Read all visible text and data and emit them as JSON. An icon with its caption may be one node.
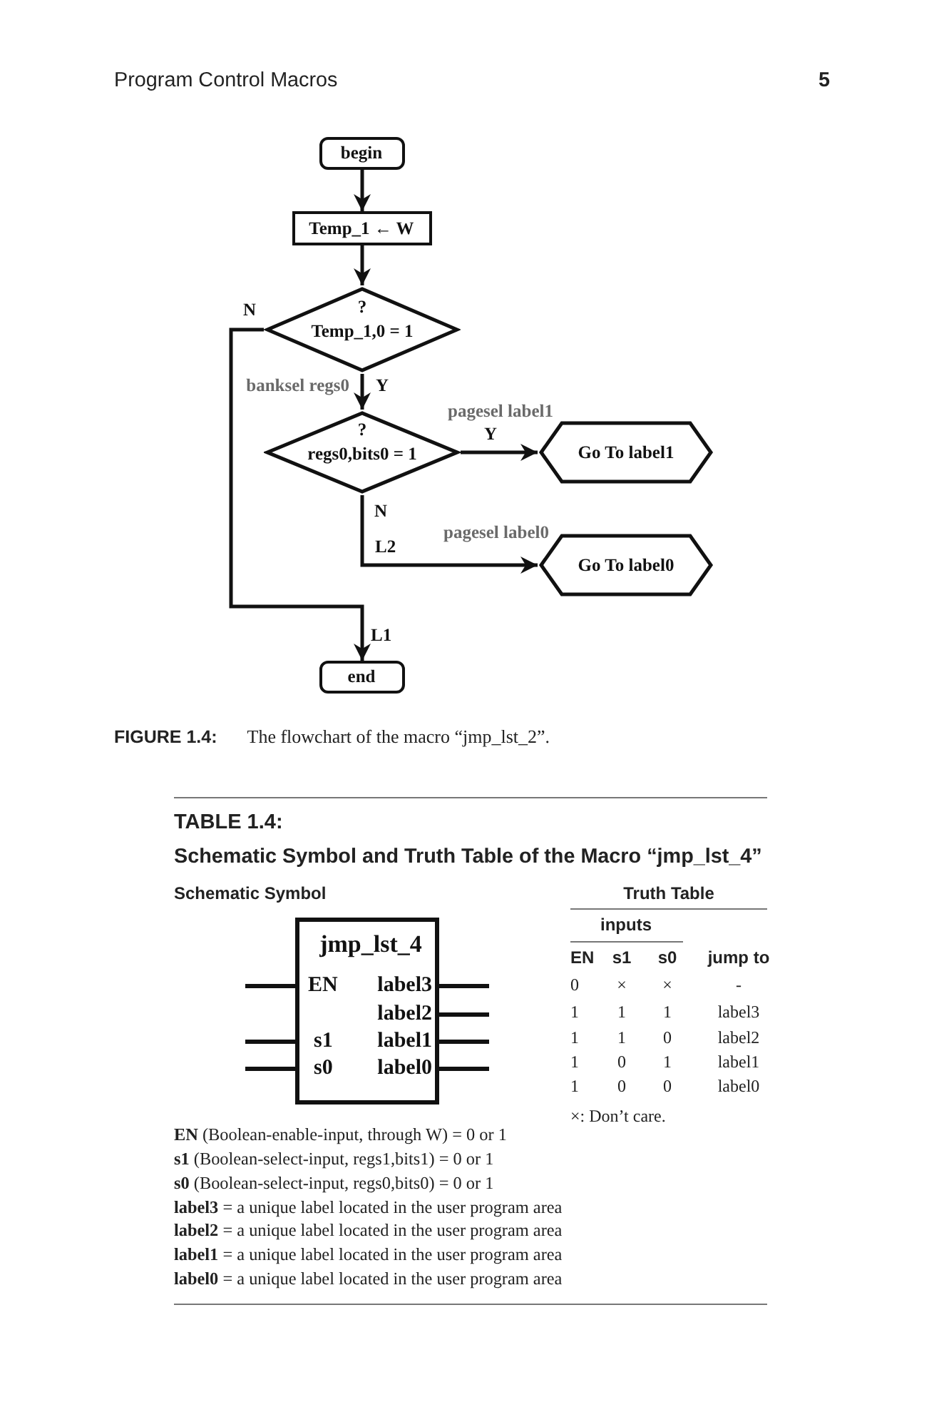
{
  "diagram": {
    "caption": "**FIGURE 1.4:** The flowchart of the macro “jmp_lst_2”.",
    "nodes": [
      {
        "text": [
          "begin"
        ]
      },
      {
        "text": [
          "Temp_1 ← W"
        ]
      },
      {
        "text": [
          "?",
          "Temp_1,0 = 1"
        ]
      },
      {
        "text": [
          "?",
          "regs0,bits0 = 1"
        ]
      },
      {
        "text": [
          "Go To label1"
        ]
      },
      {
        "text": [
          "Go To label0"
        ]
      },
      {
        "text": [
          "end"
        ]
      },
      {
        "text": [
          "jmp_lst_4",
          "EN",
          "label3",
          "label2",
          "s1",
          "label1",
          "s0",
          "label0"
        ]
      }
    ],
    "edges": [
      {
        "from": 0,
        "to": 1,
        "arrow": "to"
      },
      {
        "from": 1,
        "to": 2,
        "arrow": "to"
      },
      {
        "from": 2,
        "to": 6,
        "arrow": "to",
        "label": "N"
      },
      {
        "from": 2,
        "to": 3,
        "arrow": "to",
        "label": "Y"
      },
      {
        "from": 3,
        "to": 4,
        "arrow": "to",
        "label": "Y"
      },
      {
        "from": 3,
        "to": 5,
        "arrow": "to",
        "label": "N"
      }
    ],
    "labels": [
      "Program Control Macros",
      "5",
      "banksel regs0",
      "pagesel label1",
      "L2",
      "pagesel label0",
      "L1",
      "TABLE 1.4:",
      "Schematic Symbol and Truth Table of the Macro “jmp_lst_4”",
      "Schematic Symbol",
      "Truth Table",
      "inputs",
      "EN",
      "s1",
      "s0",
      "jump to",
      "0",
      "×",
      "×",
      "-",
      "1",
      "1",
      "1",
      "label3",
      "1",
      "1",
      "0",
      "label2",
      "1",
      "0",
      "1",
      "label1",
      "1",
      "0",
      "0",
      "label0",
      "×: Don’t care.",
      "**EN** (Boolean-enable-input, through W) = 0 or 1",
      "**s1** (Boolean-select-input, regs1,bits1) = 0 or 1",
      "**s0** (Boolean-select-input, regs0,bits0) = 0 or 1",
      "**label3** = a unique label located in the user program area",
      "**label2** = a unique label located in the user program area",
      "**label1** = a unique label located in the user program area",
      "**label0** = a unique label located in the user program area"
    ]
  }
}
